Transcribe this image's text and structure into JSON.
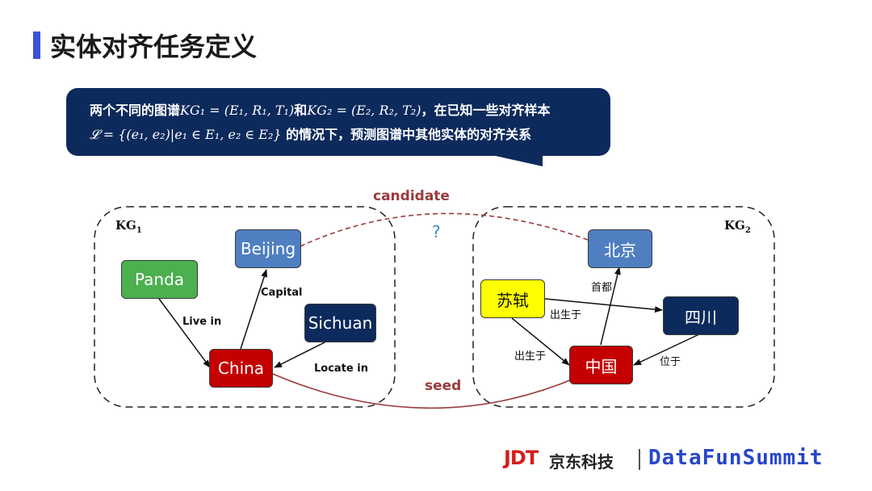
{
  "title": "实体对齐任务定义",
  "callout": {
    "line1_pre": "两个不同的图谱",
    "line1_kg1": "KG₁ = (E₁, R₁, T₁)",
    "line1_and": "和",
    "line1_kg2": "KG₂ = (E₂, R₂, T₂)",
    "line1_post": "，在已知一些对齐样本",
    "line2_math": "𝓛 = {(e₁, e₂)|e₁ ∈ E₁, e₂ ∈ E₂}",
    "line2_post": " 的情况下，预测图谱中其他实体的对齐关系"
  },
  "kg1": {
    "label": "KG",
    "sub": "1",
    "nodes": {
      "beijing": "Beijing",
      "panda": "Panda",
      "sichuan": "Sichuan",
      "china": "China"
    },
    "edges": {
      "capital": "Capital",
      "live_in": "Live in",
      "locate_in": "Locate in"
    }
  },
  "kg2": {
    "label": "KG",
    "sub": "2",
    "nodes": {
      "beijing": "北京",
      "sushi": "苏轼",
      "sichuan": "四川",
      "china": "中国"
    },
    "edges": {
      "capital": "首都",
      "born_in_1": "出生于",
      "born_in_2": "出生于",
      "located_in": "位于"
    }
  },
  "links": {
    "candidate": "candidate",
    "seed": "seed",
    "question": "?"
  },
  "footer": {
    "jdt": "JDT",
    "jd_text": "京东科技",
    "dfs": "DataFunSummit"
  },
  "colors": {
    "title_bar": "#3b52d9",
    "callout_bg": "#0d2a5c",
    "node_blue": "#4f7fc1",
    "node_green": "#4caf50",
    "node_navy": "#0d2a5c",
    "node_red": "#c40000",
    "node_yellow": "#ffff00",
    "link": "#9b3a3a"
  }
}
